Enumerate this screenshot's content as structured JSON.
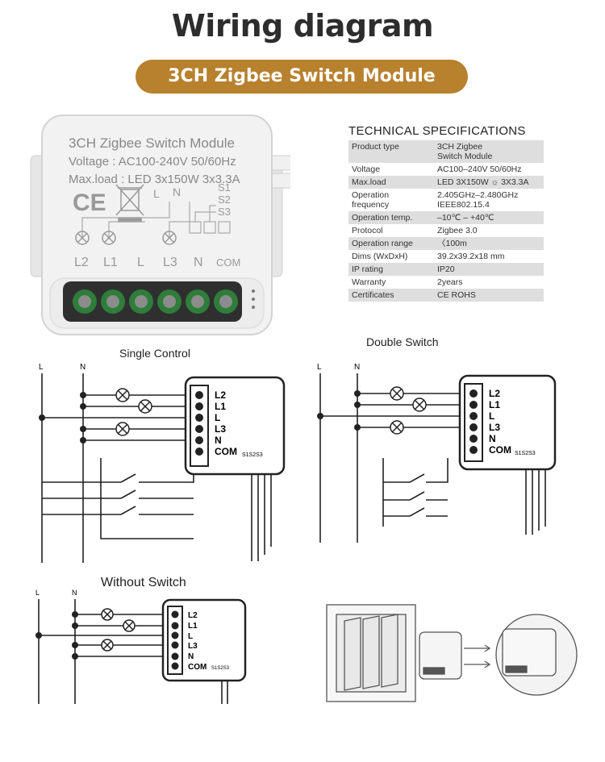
{
  "title": "Wiring diagram",
  "subtitle": "3CH Zigbee Switch Module",
  "accent_color": "#b8812e",
  "module": {
    "name": "3CH Zigbee Switch Module",
    "voltage": "Voltage : AC100-240V 50/60Hz",
    "max_load": "Max.load : LED 3x150W 3x3.3A",
    "ce_mark": "CE",
    "switch_labels": [
      "S1",
      "S2",
      "S3"
    ],
    "top_labels": [
      "L",
      "N"
    ],
    "terminals": [
      "L2",
      "L1",
      "L",
      "L3",
      "N",
      "COM"
    ]
  },
  "specs": {
    "title": "TECHNICAL SPECIFICATIONS",
    "rows": [
      {
        "key": "Product type",
        "value": "3CH Zigbee\nSwitch Module"
      },
      {
        "key": "Voltage",
        "value": "AC100–240V 50/60Hz"
      },
      {
        "key": "Max.load",
        "value": "LED 3X150W ☼ 3X3.3A"
      },
      {
        "key": "Operation\nfrequency",
        "value": "2.405GHz–2.480GHz\nIEEE802.15.4"
      },
      {
        "key": "Operation temp.",
        "value": "–10℃ – +40℃"
      },
      {
        "key": "Protocol",
        "value": "Zigbee 3.0"
      },
      {
        "key": "Operation range",
        "value": "〈100m"
      },
      {
        "key": "Dims (WxDxH)",
        "value": "39.2x39.2x18 mm"
      },
      {
        "key": "IP rating",
        "value": "IP20"
      },
      {
        "key": "Warranty",
        "value": "2years"
      },
      {
        "key": "Certificates",
        "value": "CE ROHS"
      }
    ]
  },
  "diagrams": {
    "single": "Single Control",
    "double": "Double Switch",
    "without": "Without Switch",
    "line_label": "L",
    "neutral_label": "N",
    "terminals": [
      "L2",
      "L1",
      "L",
      "L3",
      "N",
      "COM"
    ],
    "chip_mark": "S1S2S3"
  }
}
